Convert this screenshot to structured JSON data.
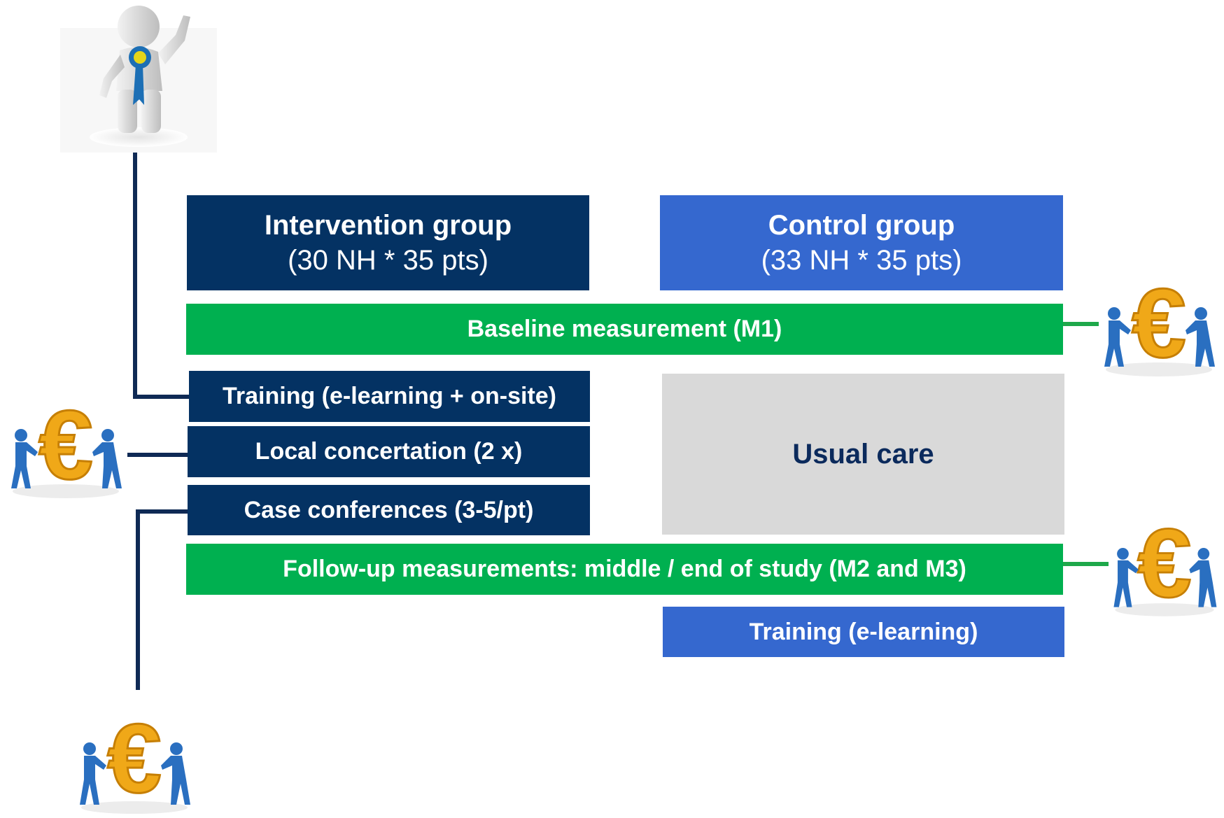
{
  "intervention": {
    "title": "Intervention group",
    "subtitle": "(30 NH * 35 pts)",
    "steps": [
      "Training (e-learning + on-site)",
      "Local concertation (2 x)",
      "Case conferences (3-5/pt)"
    ]
  },
  "control": {
    "title": "Control group",
    "subtitle": "(33 NH * 35 pts)",
    "usual_care": "Usual care",
    "training": "Training (e-learning)"
  },
  "measurements": {
    "baseline": "Baseline measurement (M1)",
    "followup": "Follow-up measurements: middle / end of study (M2 and M3)"
  },
  "icons": {
    "leader": "person-with-ribbon-icon",
    "cost": "euro-cost-icon"
  },
  "colors": {
    "intervention": "#043263",
    "control": "#3568cf",
    "measurement": "#00b050",
    "usual_care": "#d9d9d9"
  }
}
